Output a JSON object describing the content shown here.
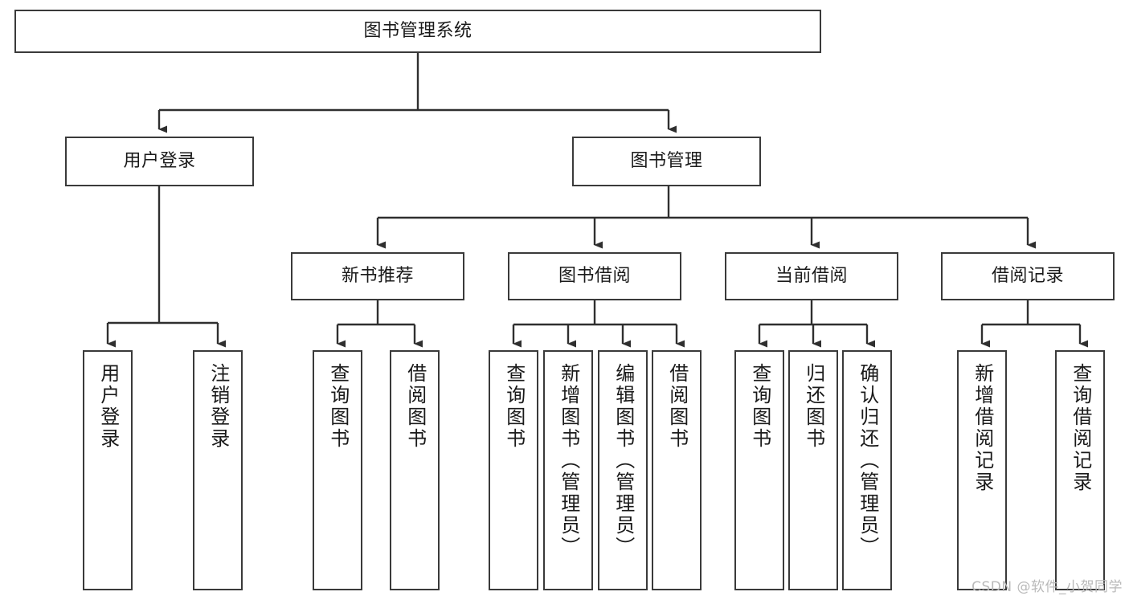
{
  "diagram": {
    "type": "tree-hierarchy-diagram",
    "title": "图书管理系统",
    "watermark": "CSDN @软件_小贺同学",
    "colors": {
      "node_border": "#3a3a3a",
      "node_fill": "#ffffff",
      "edge": "#2f2f2f",
      "text": "#1a1a1a",
      "watermark": "#b9b9b9",
      "background": "#ffffff"
    },
    "nodes": {
      "root": {
        "label": "图书管理系统",
        "level": 1,
        "orientation": "horizontal"
      },
      "user_login": {
        "label": "用户登录",
        "level": 2,
        "orientation": "horizontal"
      },
      "book_manage": {
        "label": "图书管理",
        "level": 2,
        "orientation": "horizontal"
      },
      "new_book_rec": {
        "label": "新书推荐",
        "level": 3,
        "orientation": "horizontal"
      },
      "book_borrow": {
        "label": "图书借阅",
        "level": 3,
        "orientation": "horizontal"
      },
      "current_borrow": {
        "label": "当前借阅",
        "level": 3,
        "orientation": "horizontal"
      },
      "borrow_record": {
        "label": "借阅记录",
        "level": 3,
        "orientation": "horizontal"
      },
      "leaf_user_login": {
        "label": "用户登录",
        "level": 3,
        "orientation": "vertical"
      },
      "leaf_logout": {
        "label": "注销登录",
        "level": 3,
        "orientation": "vertical"
      },
      "leaf_query_book_rec": {
        "label": "查询图书",
        "level": 4,
        "orientation": "vertical"
      },
      "leaf_borrow_book_rec": {
        "label": "借阅图书",
        "level": 4,
        "orientation": "vertical"
      },
      "leaf_query_book_borrow": {
        "label": "查询图书",
        "level": 4,
        "orientation": "vertical"
      },
      "leaf_add_book": {
        "label": "新增图书（管理员）",
        "level": 4,
        "orientation": "vertical"
      },
      "leaf_edit_book": {
        "label": "编辑图书（管理员）",
        "level": 4,
        "orientation": "vertical"
      },
      "leaf_borrow_book": {
        "label": "借阅图书",
        "level": 4,
        "orientation": "vertical"
      },
      "leaf_query_book_cur": {
        "label": "查询图书",
        "level": 4,
        "orientation": "vertical"
      },
      "leaf_return_book": {
        "label": "归还图书",
        "level": 4,
        "orientation": "vertical"
      },
      "leaf_confirm_return": {
        "label": "确认归还（管理员）",
        "level": 4,
        "orientation": "vertical"
      },
      "leaf_add_record": {
        "label": "新增借阅记录",
        "level": 4,
        "orientation": "vertical"
      },
      "leaf_query_record": {
        "label": "查询借阅记录",
        "level": 4,
        "orientation": "vertical"
      }
    },
    "edges": [
      {
        "from": "root",
        "to": "user_login"
      },
      {
        "from": "root",
        "to": "book_manage"
      },
      {
        "from": "user_login",
        "to": "leaf_user_login"
      },
      {
        "from": "user_login",
        "to": "leaf_logout"
      },
      {
        "from": "book_manage",
        "to": "new_book_rec"
      },
      {
        "from": "book_manage",
        "to": "book_borrow"
      },
      {
        "from": "book_manage",
        "to": "current_borrow"
      },
      {
        "from": "book_manage",
        "to": "borrow_record"
      },
      {
        "from": "new_book_rec",
        "to": "leaf_query_book_rec"
      },
      {
        "from": "new_book_rec",
        "to": "leaf_borrow_book_rec"
      },
      {
        "from": "book_borrow",
        "to": "leaf_query_book_borrow"
      },
      {
        "from": "book_borrow",
        "to": "leaf_add_book"
      },
      {
        "from": "book_borrow",
        "to": "leaf_edit_book"
      },
      {
        "from": "book_borrow",
        "to": "leaf_borrow_book"
      },
      {
        "from": "current_borrow",
        "to": "leaf_query_book_cur"
      },
      {
        "from": "current_borrow",
        "to": "leaf_return_book"
      },
      {
        "from": "current_borrow",
        "to": "leaf_confirm_return"
      },
      {
        "from": "borrow_record",
        "to": "leaf_add_record"
      },
      {
        "from": "borrow_record",
        "to": "leaf_query_record"
      }
    ]
  }
}
